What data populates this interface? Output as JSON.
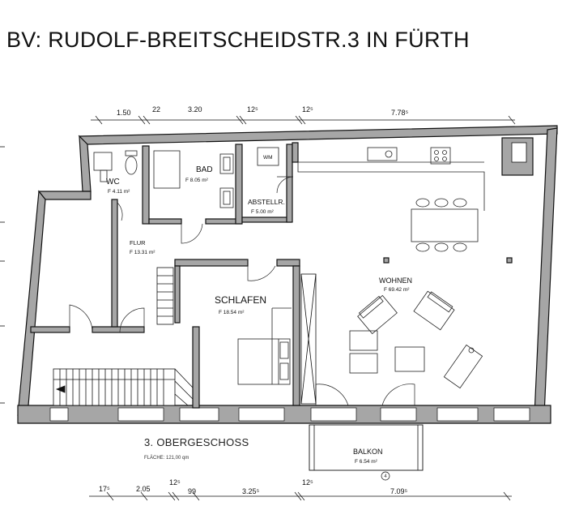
{
  "title": "BV: RUDOLF-BREITSCHEIDSTR.3 IN FÜRTH",
  "rooms": {
    "bad": {
      "label": "BAD",
      "area": "F 8.05 m²"
    },
    "wc": {
      "label": "WC",
      "area": "F 4.11 m²"
    },
    "wm": {
      "label": "WM"
    },
    "abstell": {
      "label": "ABSTELLR.",
      "area": "F 5.00 m²"
    },
    "flur": {
      "label": "FLUR",
      "area": "F 13.31 m²"
    },
    "schlafen": {
      "label": "SCHLAFEN",
      "area": "F 18.54 m²"
    },
    "wohnen": {
      "label": "WOHNEN",
      "area": "F 69.42 m²"
    },
    "balkon": {
      "label": "BALKON",
      "area": "F 6.54 m²"
    }
  },
  "floor": {
    "name": "3. OBERGESCHOSS",
    "area": "FLÄCHE: 121,00 qm"
  },
  "balkon_marker": "4",
  "dims_top": [
    "1.50",
    "22",
    "3.20",
    "12⁵",
    "12⁵",
    "7.78⁵"
  ],
  "dims_bottom": [
    "17⁵",
    "2.05",
    "12⁵",
    "99",
    "3.25⁵",
    "12⁵",
    "7.09⁵"
  ]
}
